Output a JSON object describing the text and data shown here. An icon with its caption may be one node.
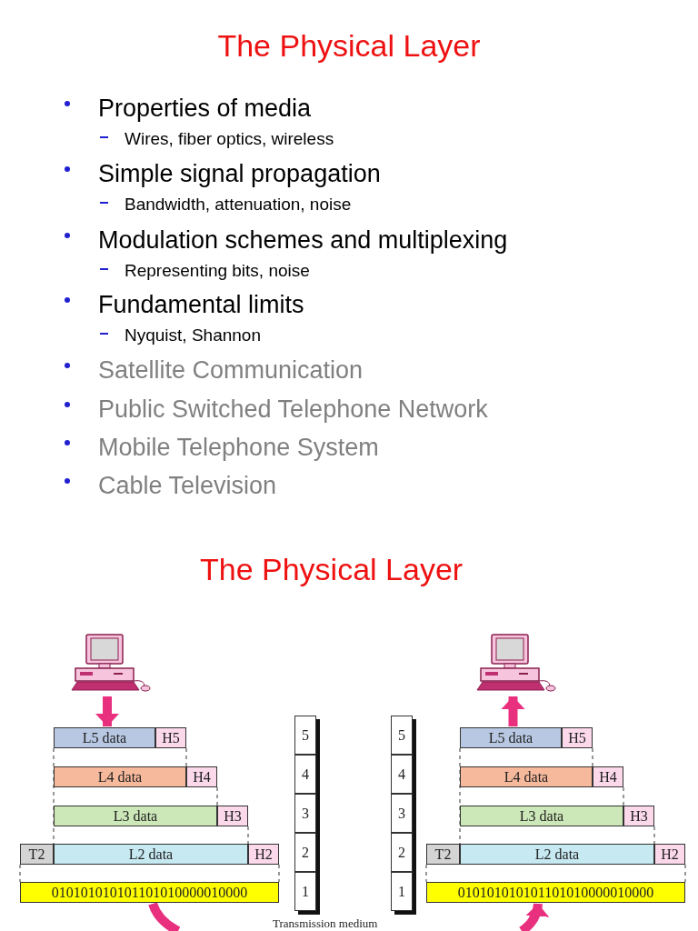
{
  "diagram": {
    "title": "The Physical Layer",
    "nodes": [
      {
        "text": [],
        "shape": "picture"
      },
      {
        "text": [
          "L5 data"
        ]
      },
      {
        "text": [
          "H5"
        ]
      },
      {
        "text": [
          "L4 data"
        ]
      },
      {
        "text": [
          "H4"
        ]
      },
      {
        "text": [
          "L3 data"
        ]
      },
      {
        "text": [
          "H3"
        ]
      },
      {
        "text": [
          "T2"
        ]
      },
      {
        "text": [
          "L2 data"
        ]
      },
      {
        "text": [
          "H2"
        ]
      },
      {
        "text": [
          "010101010101101010000010000"
        ]
      },
      {
        "text": [
          "5"
        ]
      },
      {
        "text": [
          "4"
        ]
      },
      {
        "text": [
          "3"
        ]
      },
      {
        "text": [
          "2"
        ]
      },
      {
        "text": [
          "1"
        ]
      },
      {
        "text": [
          "5"
        ]
      },
      {
        "text": [
          "4"
        ]
      },
      {
        "text": [
          "3"
        ]
      },
      {
        "text": [
          "2"
        ]
      },
      {
        "text": [
          "1"
        ]
      },
      {
        "text": [],
        "shape": "picture"
      },
      {
        "text": [
          "L5 data"
        ]
      },
      {
        "text": [
          "H5"
        ]
      },
      {
        "text": [
          "L4 data"
        ]
      },
      {
        "text": [
          "H4"
        ]
      },
      {
        "text": [
          "L3 data"
        ]
      },
      {
        "text": [
          "H3"
        ]
      },
      {
        "text": [
          "T2"
        ]
      },
      {
        "text": [
          "L2 data"
        ]
      },
      {
        "text": [
          "H2"
        ]
      },
      {
        "text": [
          "010101010101101010000010000"
        ]
      }
    ],
    "edges": [
      {
        "from": 0,
        "to": 1,
        "arrow": "to"
      },
      {
        "from": 22,
        "to": 21,
        "arrow": "to"
      },
      {
        "from": 10,
        "to": null,
        "arrow": "none"
      },
      {
        "from": null,
        "to": 31,
        "arrow": "to"
      }
    ],
    "labels": [
      "Properties of media",
      "Wires, fiber optics, wireless",
      "Simple signal propagation",
      "Bandwidth, attenuation, noise",
      "Modulation schemes and multiplexing",
      "Representing bits, noise",
      "Fundamental limits",
      "Nyquist, Shannon",
      "Satellite Communication",
      "Public Switched Telephone Network",
      "Mobile Telephone System",
      "Cable Television",
      "The Physical Layer",
      "Transmission medium"
    ]
  }
}
